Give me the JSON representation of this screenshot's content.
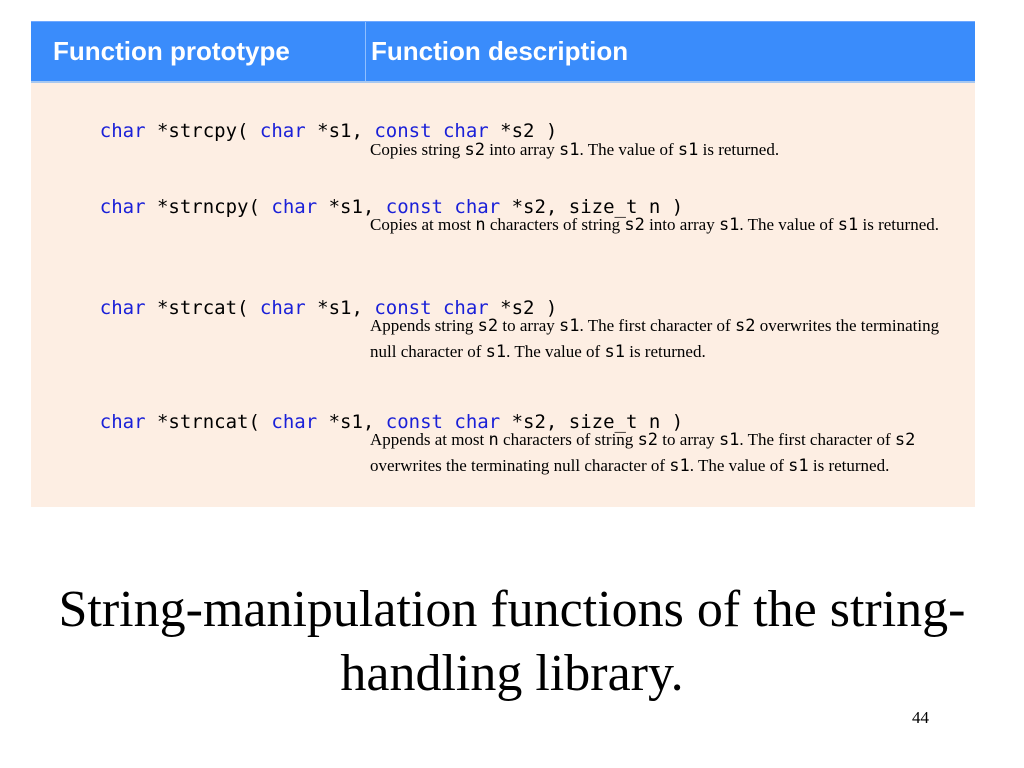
{
  "table": {
    "headers": {
      "prototype": "Function prototype",
      "description": "Function description"
    },
    "rows": [
      {
        "prototype": [
          {
            "t": "char",
            "kw": true
          },
          {
            "t": " *strcpy( ",
            "kw": false
          },
          {
            "t": "char",
            "kw": true
          },
          {
            "t": " *s1, ",
            "kw": false
          },
          {
            "t": "const char",
            "kw": true
          },
          {
            "t": " *s2 )",
            "kw": false
          }
        ],
        "description": [
          {
            "t": "Copies string ",
            "code": false
          },
          {
            "t": "s2",
            "code": true
          },
          {
            "t": " into array ",
            "code": false
          },
          {
            "t": "s1",
            "code": true
          },
          {
            "t": ". The value of ",
            "code": false
          },
          {
            "t": "s1",
            "code": true
          },
          {
            "t": " is returned.",
            "code": false
          }
        ]
      },
      {
        "prototype": [
          {
            "t": "char",
            "kw": true
          },
          {
            "t": " *strncpy( ",
            "kw": false
          },
          {
            "t": "char",
            "kw": true
          },
          {
            "t": " *s1, ",
            "kw": false
          },
          {
            "t": "const char",
            "kw": true
          },
          {
            "t": " *s2, size_t n )",
            "kw": false
          }
        ],
        "description": [
          {
            "t": "Copies at most ",
            "code": false
          },
          {
            "t": "n",
            "code": true
          },
          {
            "t": " characters of string ",
            "code": false
          },
          {
            "t": "s2",
            "code": true
          },
          {
            "t": " into array ",
            "code": false
          },
          {
            "t": "s1",
            "code": true
          },
          {
            "t": ". The value of ",
            "code": false
          },
          {
            "t": "s1",
            "code": true
          },
          {
            "t": " is returned.",
            "code": false
          }
        ]
      },
      {
        "prototype": [
          {
            "t": "char",
            "kw": true
          },
          {
            "t": " *strcat( ",
            "kw": false
          },
          {
            "t": "char",
            "kw": true
          },
          {
            "t": " *s1, ",
            "kw": false
          },
          {
            "t": "const char",
            "kw": true
          },
          {
            "t": " *s2 )",
            "kw": false
          }
        ],
        "description": [
          {
            "t": "Appends string ",
            "code": false
          },
          {
            "t": "s2",
            "code": true
          },
          {
            "t": " to array ",
            "code": false
          },
          {
            "t": "s1",
            "code": true
          },
          {
            "t": ". The first character of ",
            "code": false
          },
          {
            "t": "s2",
            "code": true
          },
          {
            "t": " overwrites the terminating null character of ",
            "code": false
          },
          {
            "t": "s1",
            "code": true
          },
          {
            "t": ". The value of ",
            "code": false
          },
          {
            "t": "s1",
            "code": true
          },
          {
            "t": " is returned.",
            "code": false
          }
        ]
      },
      {
        "prototype": [
          {
            "t": "char",
            "kw": true
          },
          {
            "t": " *strncat( ",
            "kw": false
          },
          {
            "t": "char",
            "kw": true
          },
          {
            "t": " *s1, ",
            "kw": false
          },
          {
            "t": "const char",
            "kw": true
          },
          {
            "t": " *s2, size_t n )",
            "kw": false
          }
        ],
        "description": [
          {
            "t": "Appends at most ",
            "code": false
          },
          {
            "t": "n",
            "code": true
          },
          {
            "t": " characters of string ",
            "code": false
          },
          {
            "t": "s2",
            "code": true
          },
          {
            "t": " to array ",
            "code": false
          },
          {
            "t": "s1",
            "code": true
          },
          {
            "t": ". The first character of ",
            "code": false
          },
          {
            "t": "s2",
            "code": true
          },
          {
            "t": " overwrites the terminating null character of ",
            "code": false
          },
          {
            "t": "s1",
            "code": true
          },
          {
            "t": ". The value of ",
            "code": false
          },
          {
            "t": "s1",
            "code": true
          },
          {
            "t": " is returned.",
            "code": false
          }
        ]
      }
    ]
  },
  "slide": {
    "title": "String-manipulation functions of the string-handling library.",
    "page_number": "44"
  },
  "colors": {
    "header_bg": "#3a8cfb",
    "table_bg": "#fdeee3",
    "keyword": "#1a20d8"
  }
}
